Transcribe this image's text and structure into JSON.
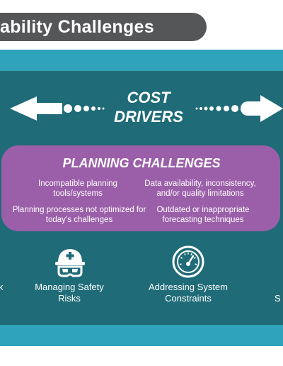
{
  "header": {
    "title": "ability Challenges"
  },
  "banner": {
    "line1": "COST",
    "line2": "DRIVERS"
  },
  "planning": {
    "title": "PLANNING CHALLENGES",
    "items": [
      "Incompatible planning tools/systems",
      "Data availability, inconsistency, and/or quality limitations",
      "Planning processes not optimized for today’s challenges",
      "Outdated or inappropriate forecasting techniques"
    ]
  },
  "drivers": {
    "left_edge_fragment": "k",
    "safety": "Managing Safety Risks",
    "system": "Addressing System Constraints",
    "right_edge_fragment": "S"
  },
  "icons": {
    "safety": "hardhat-goggles-icon",
    "system": "speedometer-gauge-icon"
  },
  "colors": {
    "title_pill": "#555658",
    "panel_teal": "#1f6e7b",
    "panel_band": "#2ea3ba",
    "planning_box": "#9b5fa9"
  }
}
